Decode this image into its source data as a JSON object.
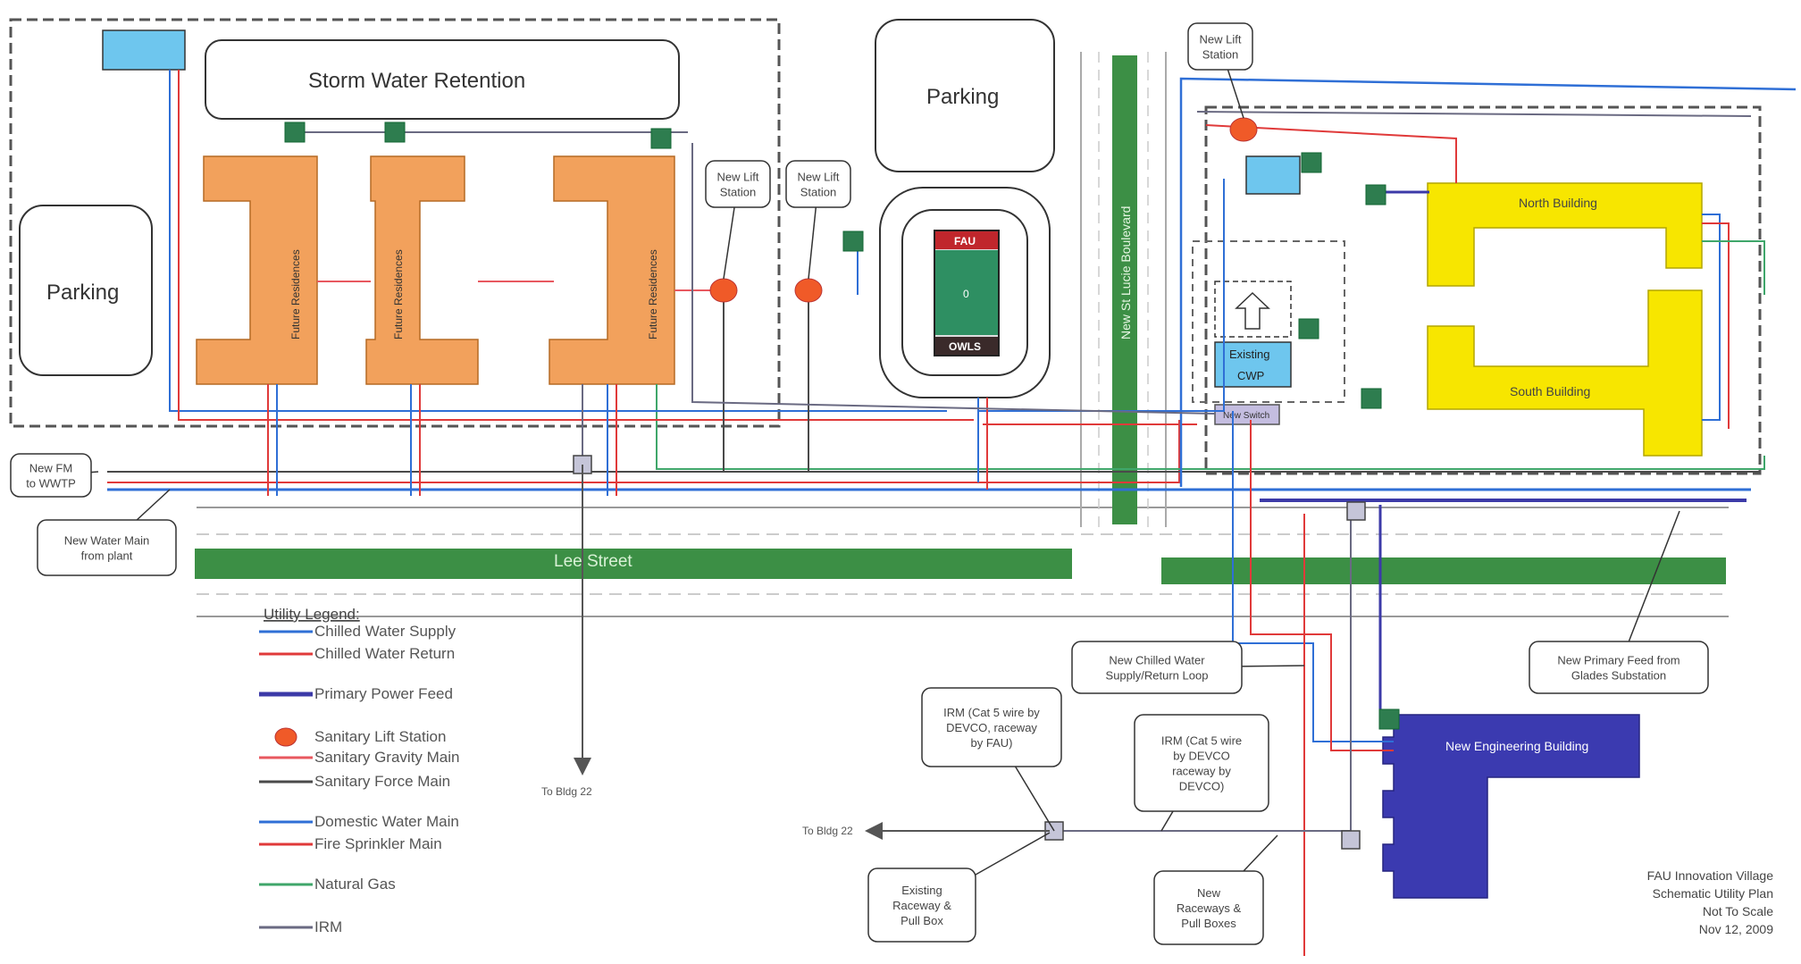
{
  "colors": {
    "chilled_supply": "#2f6fd6",
    "chilled_return": "#e03a3a",
    "primary_power": "#3c3aa8",
    "sanitary_gravity": "#e8585f",
    "sanitary_force": "#4a4a4a",
    "domestic_water": "#2f6fd6",
    "fire_sprinkler": "#e03a3a",
    "natural_gas": "#3fa66a",
    "irm": "#6a6a82",
    "residence_fill": "#f2a15c",
    "building_yellow": "#f7e600",
    "engineering_blue": "#3b3ab0",
    "street_green": "#3c8f45",
    "lift_station": "#f05a28",
    "junction_green": "#2e7d4f",
    "light_blue": "#6ec6ee"
  },
  "areas": {
    "storm_water": "Storm Water Retention",
    "parking_left": "Parking",
    "parking_top": "Parking",
    "lee_street": "Lee Street",
    "st_lucie": "New St Lucie Boulevard"
  },
  "residences": [
    "Future Residences",
    "Future Residences",
    "Future Residences"
  ],
  "stadium": {
    "top": "FAU",
    "bottom": "OWLS",
    "center": "0"
  },
  "buildings": {
    "north": "North Building",
    "south": "South Building",
    "engineering": "New Engineering Building",
    "cwp_1": "Existing",
    "cwp_2": "CWP",
    "switch": "New Switch"
  },
  "callouts": {
    "lift_1": "New Lift\nStation",
    "lift_2": "New Lift\nStation",
    "lift_3": "New Lift\nStation",
    "fm": "New FM\nto WWTP",
    "water_main": "New Water Main\nfrom plant",
    "loop": "New  Chilled Water\nSupply/Return Loop",
    "primary_feed": "New Primary Feed from\nGlades Substation",
    "irm_1": "IRM (Cat 5 wire by\nDEVCO, raceway\nby FAU)",
    "irm_2": "IRM (Cat 5 wire\nby DEVCO\nraceway by\nDEVCO)",
    "existing_raceway": "Existing\nRaceway &\nPull Box",
    "new_raceway": "New\nRaceways &\nPull Boxes"
  },
  "to_bldg_1": "To Bldg 22",
  "to_bldg_2": "To Bldg 22",
  "legend": {
    "title": "Utility Legend:",
    "items": [
      {
        "label": "Chilled Water Supply",
        "kind": "line",
        "color": "#2f6fd6"
      },
      {
        "label": "Chilled Water Return",
        "kind": "line",
        "color": "#e03a3a"
      },
      {
        "label": "Primary Power Feed",
        "kind": "thick",
        "color": "#3c3aa8"
      },
      {
        "label": "Sanitary Lift Station",
        "kind": "dot",
        "color": "#f05a28"
      },
      {
        "label": "Sanitary Gravity Main",
        "kind": "line",
        "color": "#e8585f"
      },
      {
        "label": "Sanitary Force Main",
        "kind": "line",
        "color": "#4a4a4a"
      },
      {
        "label": "Domestic Water Main",
        "kind": "line",
        "color": "#2f6fd6"
      },
      {
        "label": "Fire Sprinkler Main",
        "kind": "line",
        "color": "#e03a3a"
      },
      {
        "label": "Natural Gas",
        "kind": "line",
        "color": "#3fa66a"
      },
      {
        "label": "IRM",
        "kind": "line",
        "color": "#6a6a82"
      }
    ]
  },
  "title_block": [
    "FAU Innovation Village",
    "Schematic Utility Plan",
    "Not To Scale",
    "Nov 12, 2009"
  ]
}
